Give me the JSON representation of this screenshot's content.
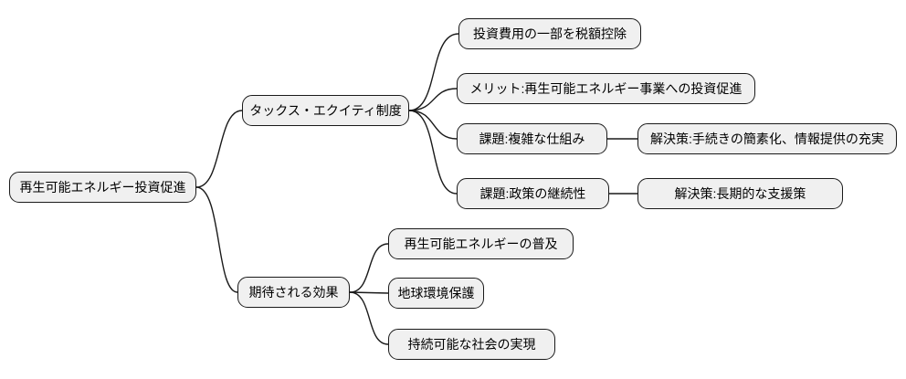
{
  "diagram": {
    "type": "mindmap",
    "direction": "left-to-right",
    "colors": {
      "background": "#ffffff",
      "node_fill": "#f0f0f0",
      "node_border": "#1a1a1a",
      "edge_stroke": "#1a1a1a",
      "text": "#000000"
    }
  },
  "nodes": {
    "root": {
      "label": "再生可能エネルギー投資促進",
      "level": 0
    },
    "tax_equity": {
      "label": "タックス・エクイティ制度",
      "level": 1
    },
    "tax_deduction": {
      "label": "投資費用の一部を税額控除",
      "level": 2
    },
    "merit": {
      "label": "メリット:再生可能エネルギー事業への投資促進",
      "level": 2
    },
    "issue_complexity": {
      "label": "課題:複雑な仕組み",
      "level": 2
    },
    "solution_simplify": {
      "label": "解決策:手続きの簡素化、情報提供の充実",
      "level": 3
    },
    "issue_continuity": {
      "label": "課題:政策の継続性",
      "level": 2
    },
    "solution_longterm": {
      "label": "解決策:長期的な支援策",
      "level": 3
    },
    "expected_effects": {
      "label": "期待される効果",
      "level": 1
    },
    "renewable_spread": {
      "label": "再生可能エネルギーの普及",
      "level": 2
    },
    "environment": {
      "label": "地球環境保護",
      "level": 2
    },
    "sustainable_society": {
      "label": "持続可能な社会の実現",
      "level": 2
    }
  },
  "edges": [
    {
      "from": "root",
      "to": "tax_equity"
    },
    {
      "from": "root",
      "to": "expected_effects"
    },
    {
      "from": "tax_equity",
      "to": "tax_deduction"
    },
    {
      "from": "tax_equity",
      "to": "merit"
    },
    {
      "from": "tax_equity",
      "to": "issue_complexity"
    },
    {
      "from": "tax_equity",
      "to": "issue_continuity"
    },
    {
      "from": "issue_complexity",
      "to": "solution_simplify"
    },
    {
      "from": "issue_continuity",
      "to": "solution_longterm"
    },
    {
      "from": "expected_effects",
      "to": "renewable_spread"
    },
    {
      "from": "expected_effects",
      "to": "environment"
    },
    {
      "from": "expected_effects",
      "to": "sustainable_society"
    }
  ]
}
